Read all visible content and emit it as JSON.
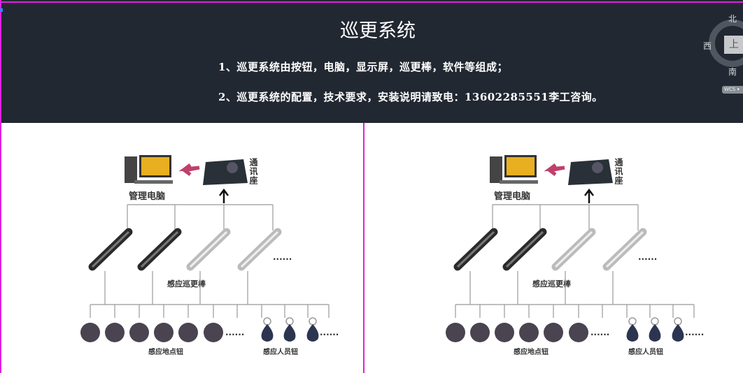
{
  "header": {
    "title": "巡更系统",
    "line1": "1、巡更系统由按钮，电脑，显示屏，巡更棒，软件等组成；",
    "line2": "2、巡更系统的配置，技术要求，安装说明请致电：13602285551李工咨询。"
  },
  "viewcube": {
    "north": "北",
    "west": "西",
    "south": "南",
    "face": "上",
    "wcs": "WCS ▾"
  },
  "diagram": {
    "computer_label": "管理电脑",
    "comm_label": "通讯座",
    "pen_label": "感应巡更棒",
    "location_label": "感应地点钮",
    "person_label": "感应人员钮",
    "dots": "......"
  },
  "colors": {
    "background": "#222832",
    "accent": "#e020e0"
  }
}
